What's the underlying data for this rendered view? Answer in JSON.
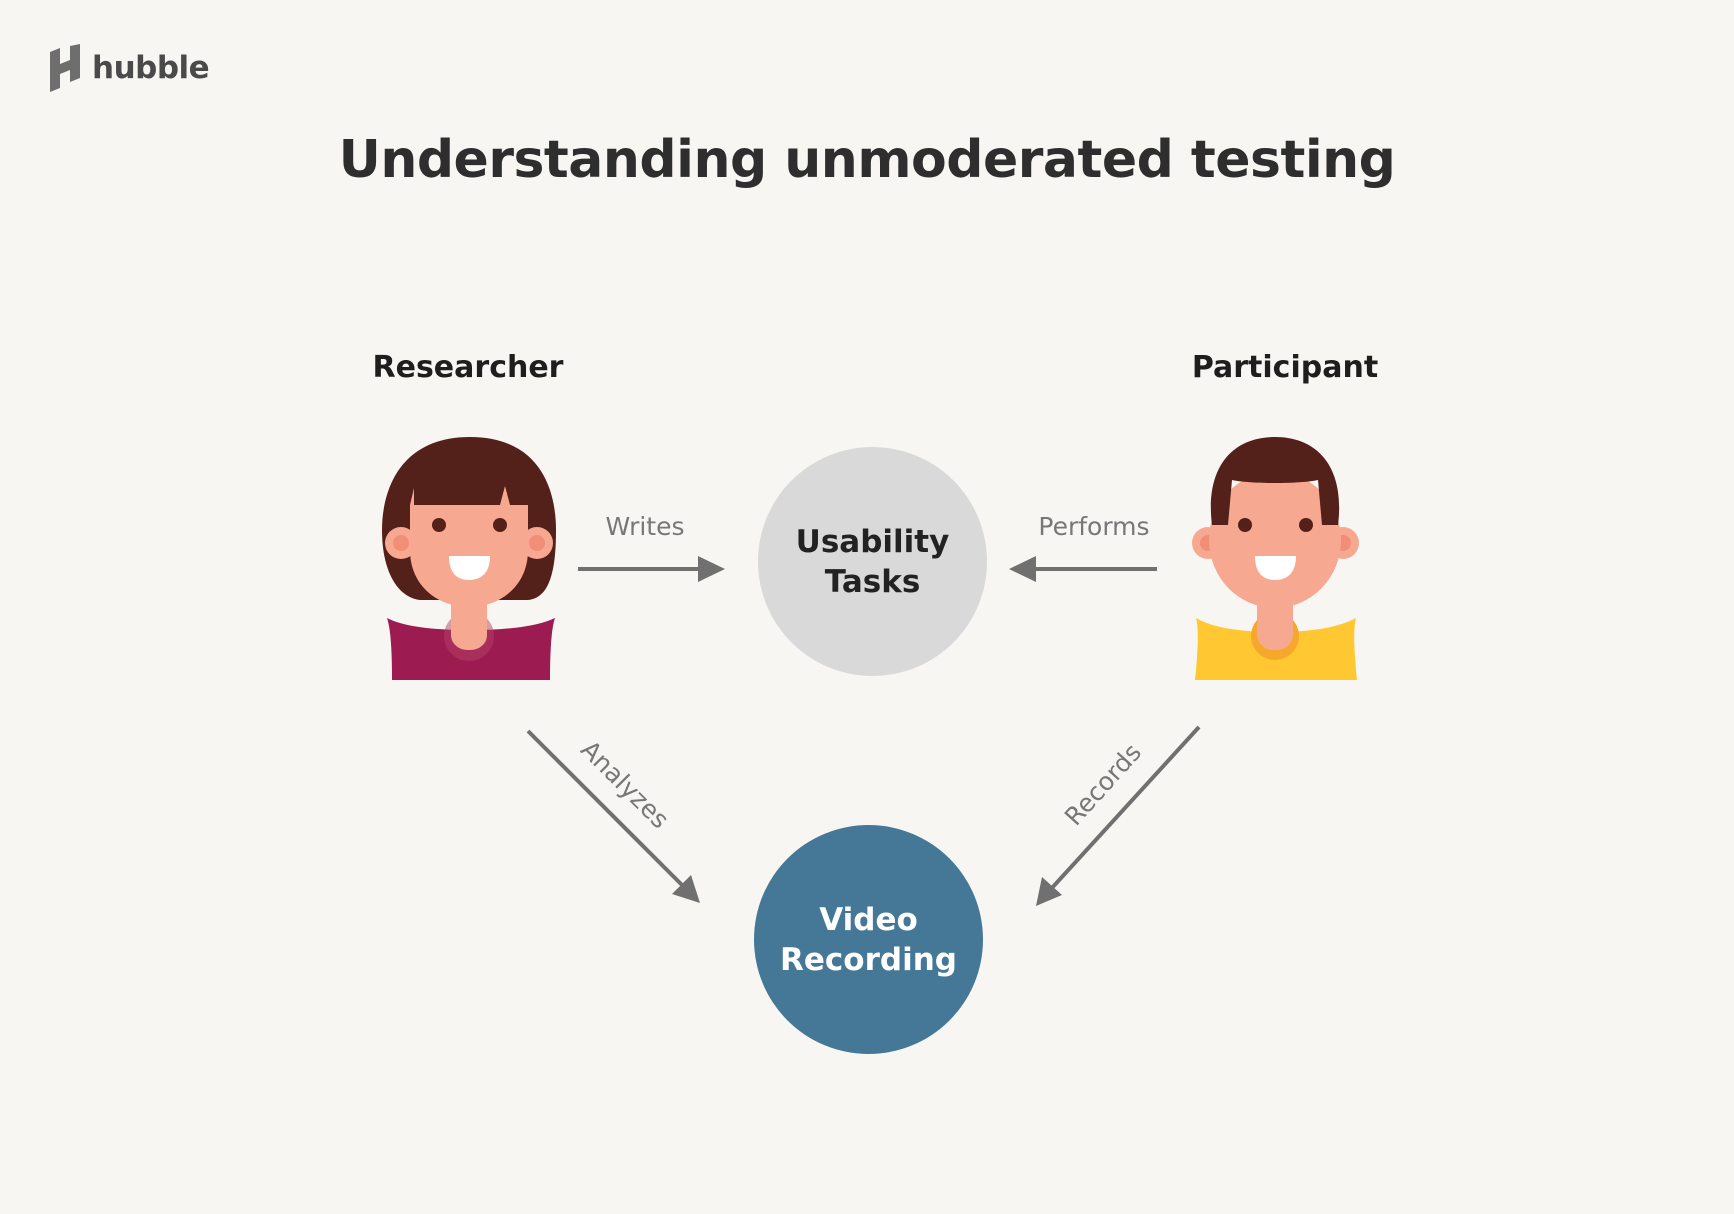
{
  "brand": {
    "name": "hubble"
  },
  "title": "Understanding unmoderated testing",
  "roles": {
    "researcher": "Researcher",
    "participant": "Participant"
  },
  "nodes": {
    "tasks": {
      "line1": "Usability",
      "line2": "Tasks"
    },
    "video": {
      "line1": "Video",
      "line2": "Recording"
    }
  },
  "edges": {
    "writes": "Writes",
    "performs": "Performs",
    "analyzes": "Analyzes",
    "records": "Records"
  },
  "colors": {
    "background": "#f8f6f3",
    "tasks_node": "#d9d9d9",
    "video_node": "#457896",
    "arrow": "#707070",
    "researcher_shirt": "#9c1c52",
    "participant_shirt": "#ffc832",
    "skin": "#f7a891",
    "hair": "#54211a"
  },
  "icons": {
    "brand_logo": "hubble-h-icon",
    "researcher": "woman-avatar-icon",
    "participant": "man-avatar-icon"
  }
}
